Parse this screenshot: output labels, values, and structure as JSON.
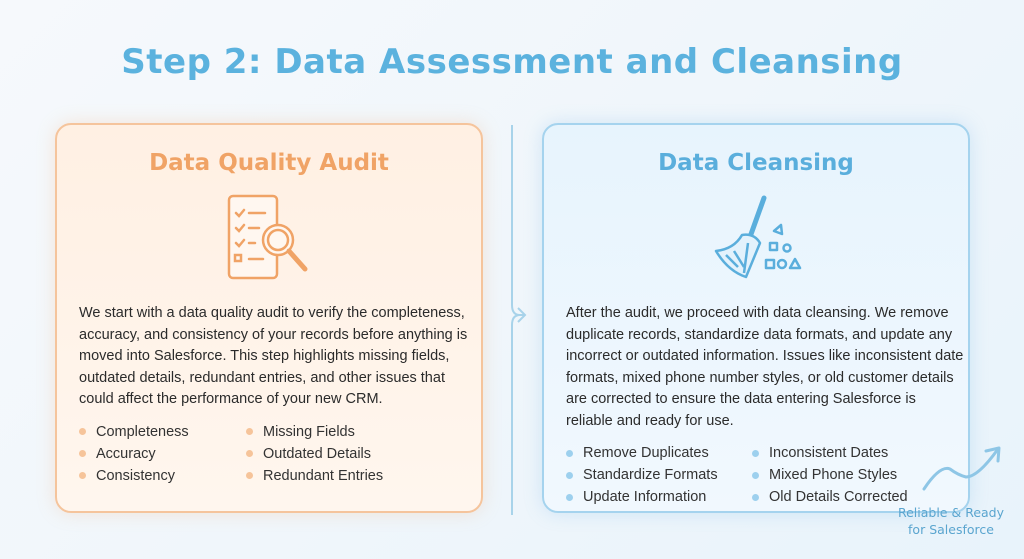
{
  "title": "Step 2: Data Assessment and Cleansing",
  "audit": {
    "title": "Data Quality Audit",
    "icon": "checklist-magnifier-icon",
    "body": "We start with a data quality audit to verify the completeness, accuracy, and consistency of your records before anything is moved into Salesforce. This step highlights missing fields, outdated details, redundant entries, and other issues that could affect the performance of your new CRM.",
    "col1": [
      "Completeness",
      "Accuracy",
      "Consistency"
    ],
    "col2": [
      "Missing Fields",
      "Outdated Details",
      "Redundant Entries"
    ],
    "color": "#f0a366"
  },
  "cleansing": {
    "title": "Data Cleansing",
    "icon": "broom-icon",
    "body": "After the audit, we proceed with data cleansing. We remove duplicate records, standardize data formats, and update any incorrect or outdated information. Issues like inconsistent date formats, mixed phone number styles, or old customer details are corrected to ensure the data entering Salesforce is reliable and ready for use.",
    "col1": [
      "Remove Duplicates",
      "Standardize Formats",
      "Update Information"
    ],
    "col2": [
      "Inconsistent Dates",
      "Mixed Phone Styles",
      "Old Details Corrected"
    ],
    "color": "#5aaedc"
  },
  "tagline": {
    "line1": "Reliable & Ready",
    "line2": "for Salesforce"
  }
}
